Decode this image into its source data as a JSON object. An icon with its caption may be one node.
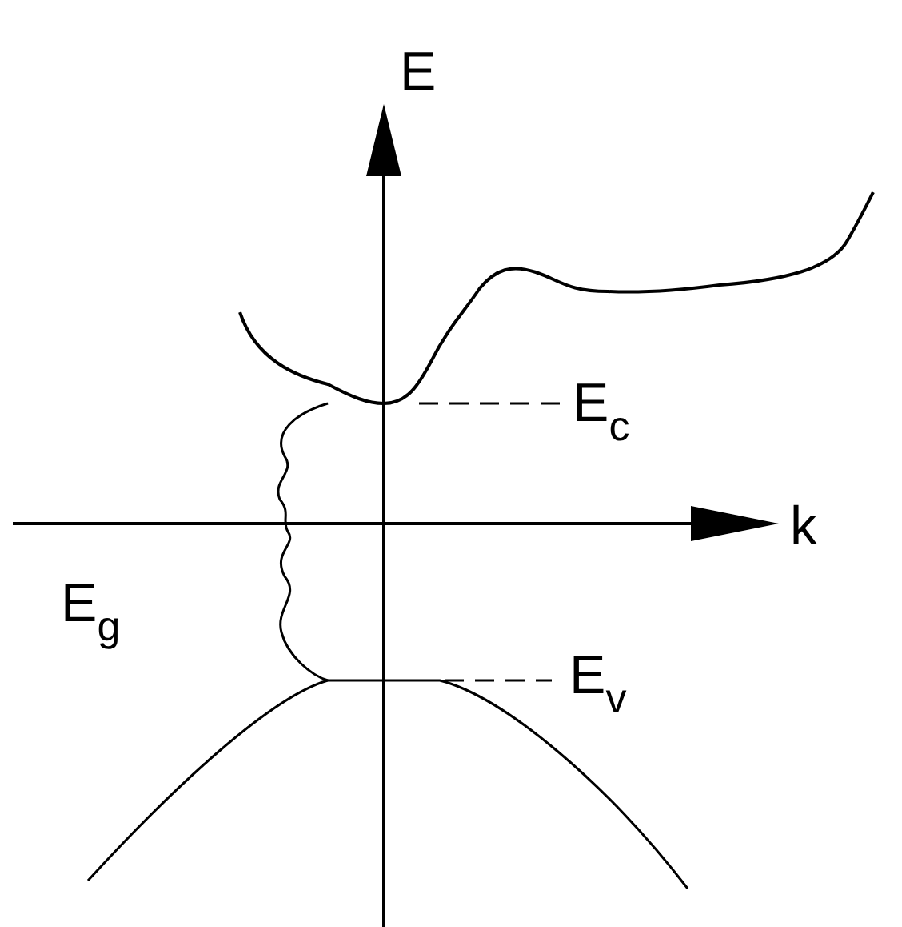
{
  "diagram": {
    "labels": [
      "E",
      "E$_{c}$",
      "k",
      "E$_{g}$",
      "E$_{v}$"
    ]
  }
}
